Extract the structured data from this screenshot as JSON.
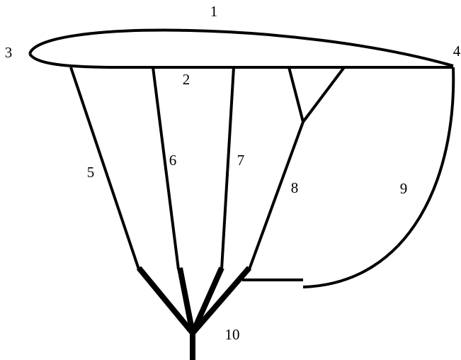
{
  "diagram": {
    "stroke_color": "#000000",
    "background": "#ffffff",
    "labels": {
      "l1": "1",
      "l2": "2",
      "l3": "3",
      "l4": "4",
      "l5": "5",
      "l6": "6",
      "l7": "7",
      "l8": "8",
      "l9": "9",
      "l10": "10"
    }
  }
}
